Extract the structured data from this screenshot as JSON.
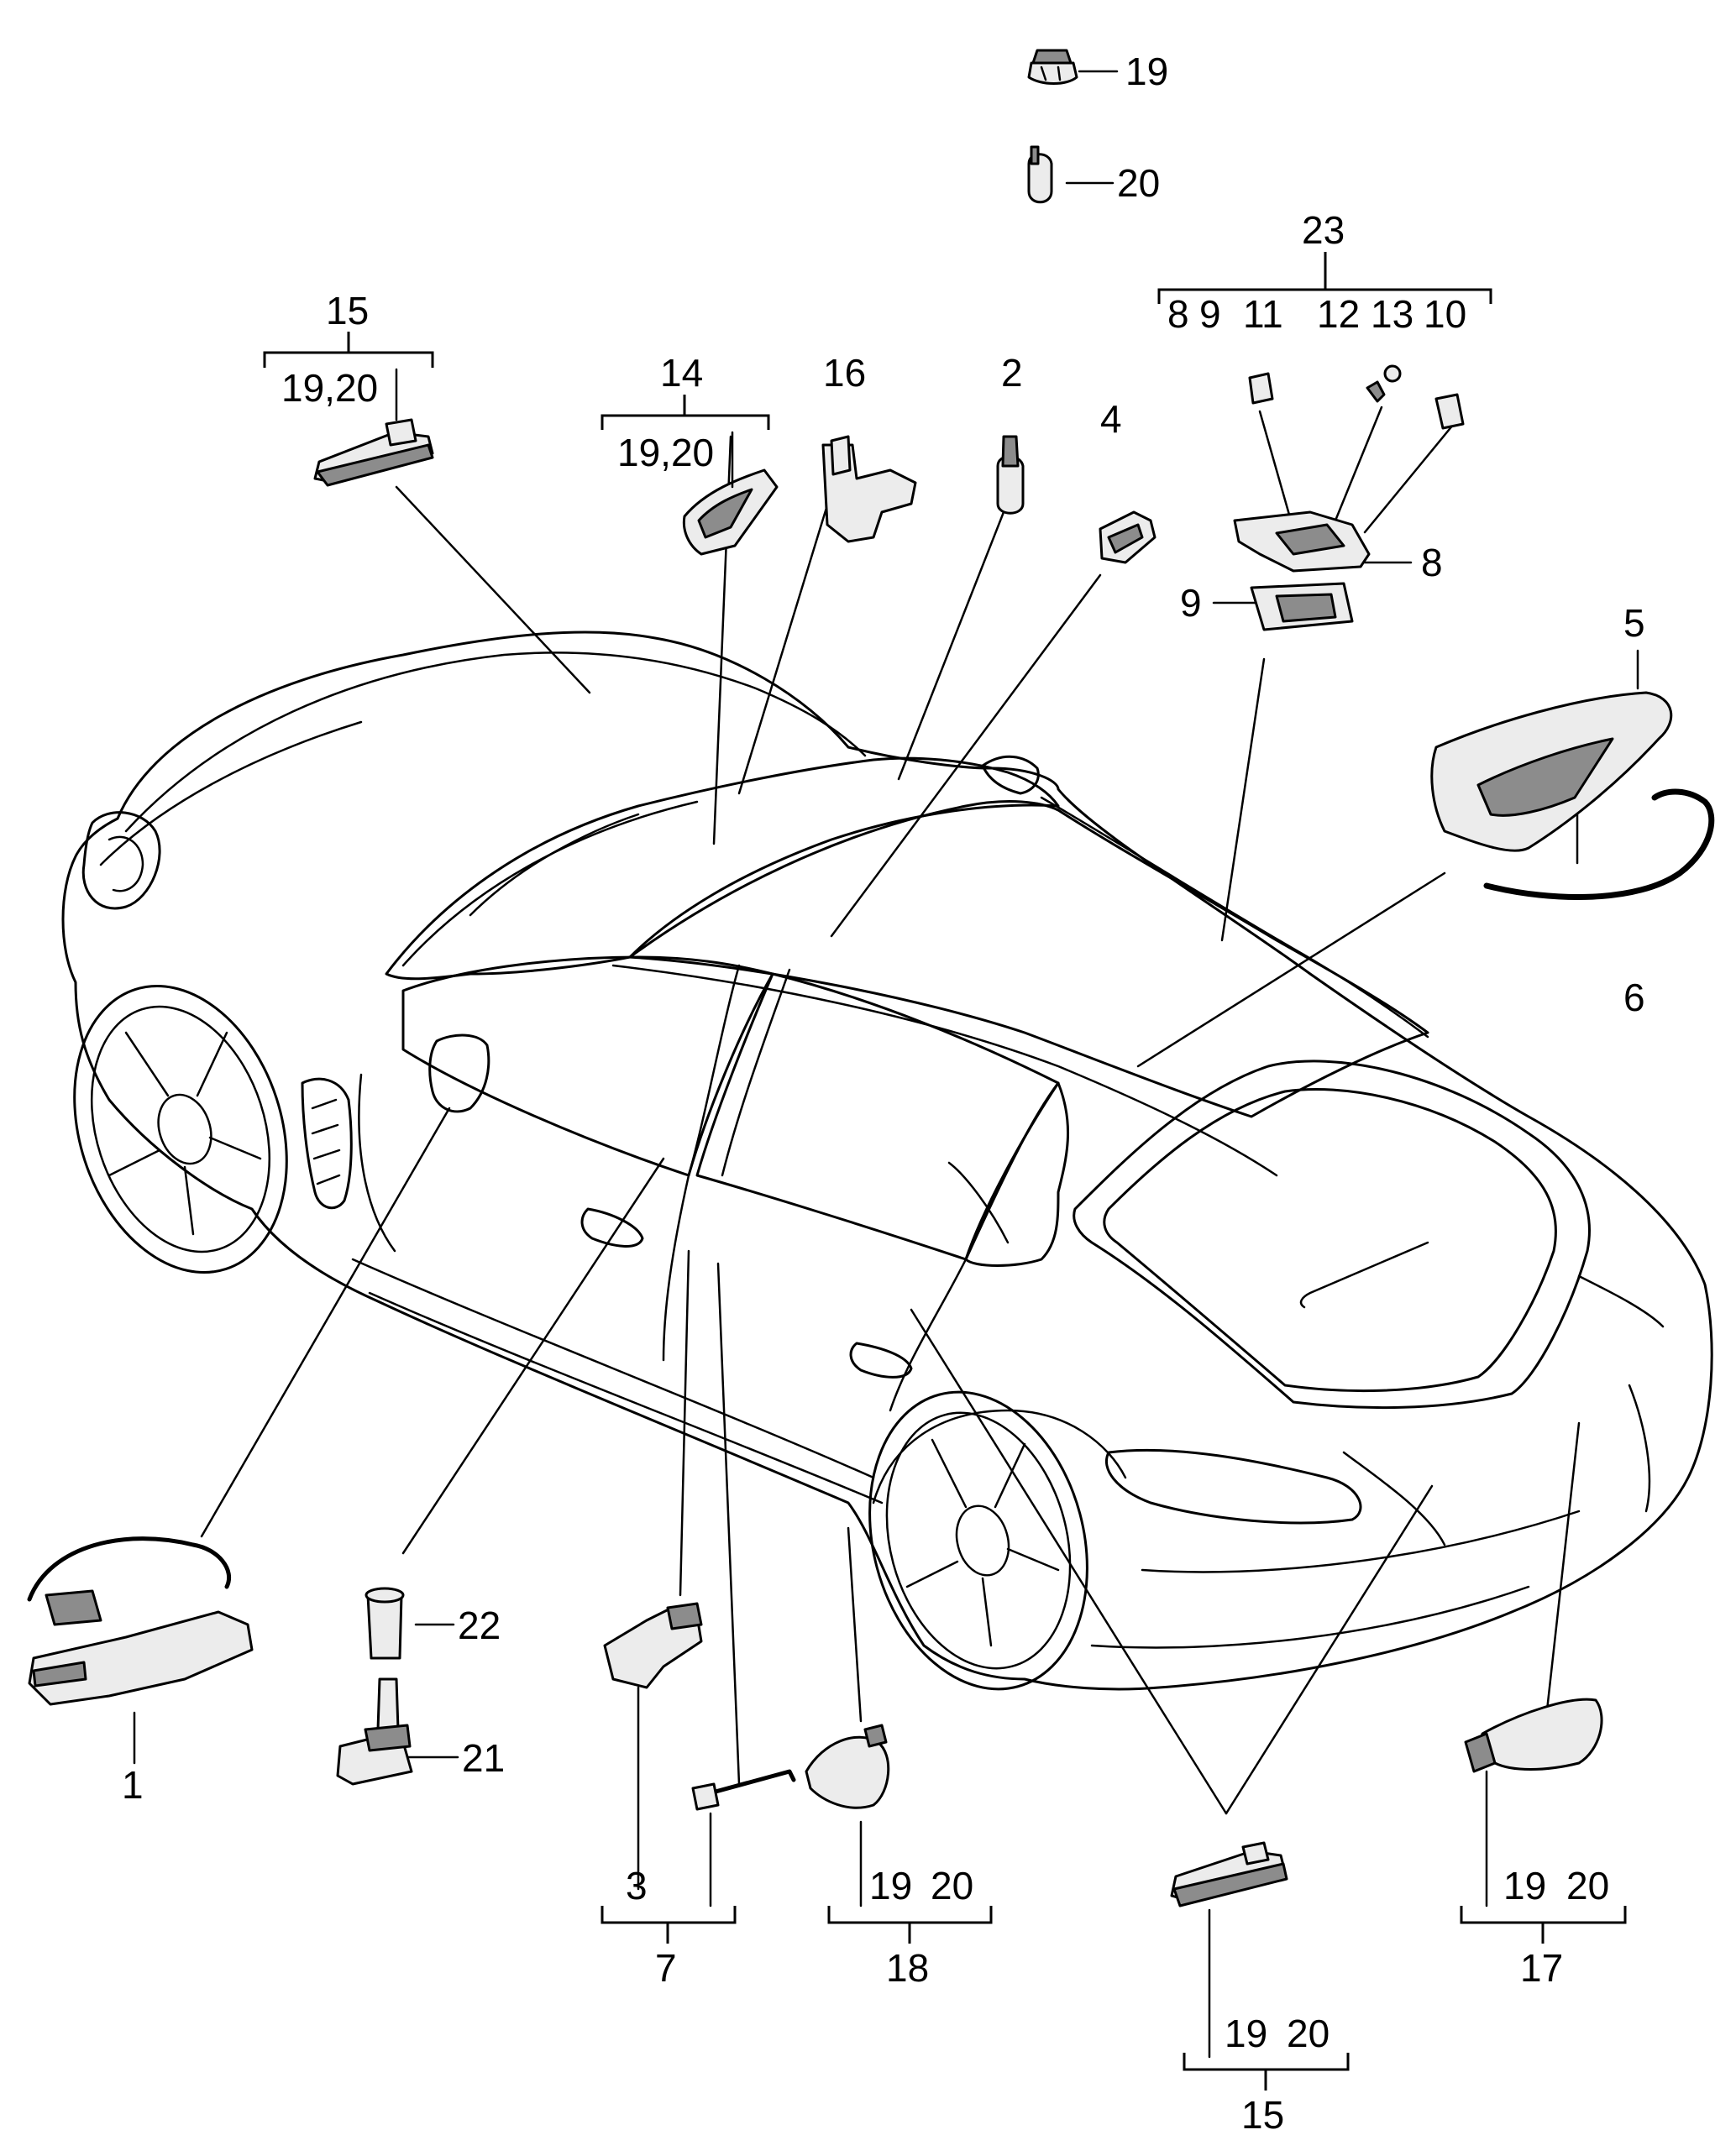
{
  "callouts": {
    "c19_top": "19",
    "c20_top": "20",
    "c23": "23",
    "c8a": "8",
    "c9a": "9",
    "c11": "11",
    "c12": "12",
    "c13": "13",
    "c10": "10",
    "c8b": "8",
    "c9b": "9",
    "c5": "5",
    "c6": "6",
    "c15_top": "15",
    "c1920_a": "19,20",
    "c14": "14",
    "c1920_b": "19,20",
    "c16": "16",
    "c2": "2",
    "c4": "4",
    "c1": "1",
    "c22": "22",
    "c21": "21",
    "c3": "3",
    "c7": "7",
    "c19_18": "19",
    "c20_18": "20",
    "c18": "18",
    "c19_15b": "19",
    "c20_15b": "20",
    "c15_bottom": "15",
    "c19_17": "19",
    "c20_17": "20",
    "c17": "17"
  }
}
